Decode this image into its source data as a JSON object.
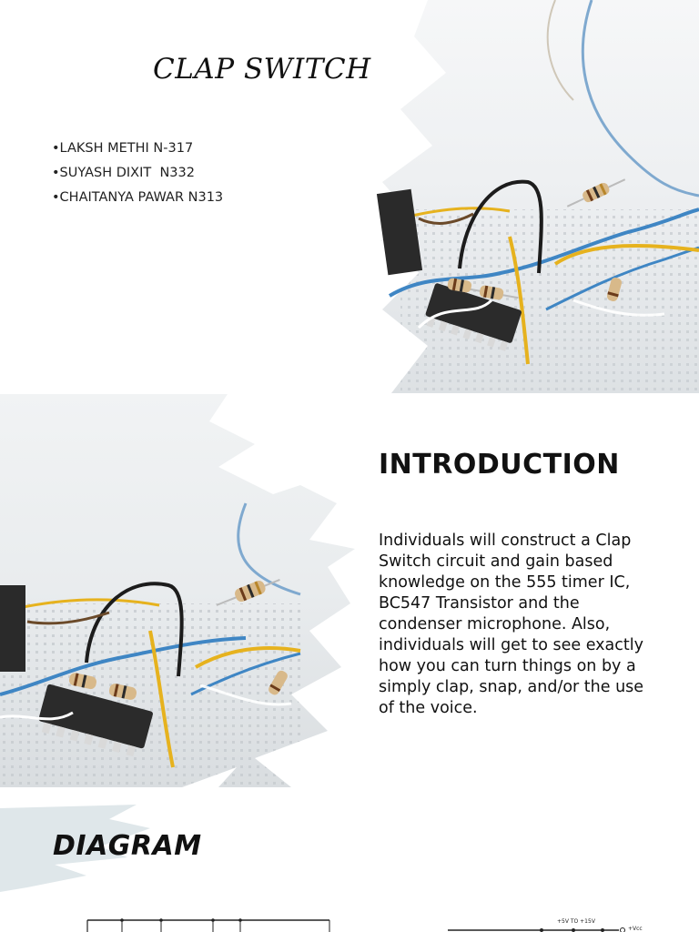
{
  "slide1": {
    "title": "CLAP SWITCH",
    "authors": [
      "•LAKSH METHI N-317",
      "•SUYASH DIXIT  N332",
      "•CHAITANYA PAWAR N313"
    ]
  },
  "slide2": {
    "heading": "INTRODUCTION",
    "body": "Individuals will construct a Clap Switch circuit and gain based knowledge on the 555 timer IC, BC547 Transistor and the condenser microphone. Also, individuals will get to see exactly how you can turn things on by a simply clap, snap, and/or the use of the voice."
  },
  "slide3": {
    "heading": "DIAGRAM",
    "schematic_supply_label": "+5V TO +15V",
    "schematic_vcc_label": "+Vcc"
  },
  "colors": {
    "background": "#ffffff",
    "breadboard": "#e9ecee",
    "wire_blue": "#3f86c4",
    "wire_yellow": "#e6b21e",
    "wire_black": "#1c1c1c",
    "chip": "#2b2b2b",
    "brush_accent": "#dfe7ea"
  }
}
